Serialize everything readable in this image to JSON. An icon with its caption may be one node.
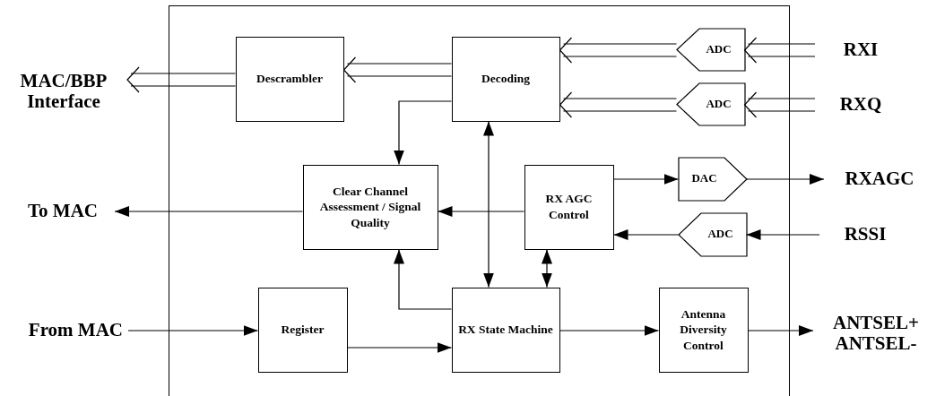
{
  "diagram": {
    "nodes": [
      {
        "text": [],
        "shape": "box"
      },
      {
        "text": [
          "MAC/BBP Interface"
        ]
      },
      {
        "text": [
          "Descrambler"
        ],
        "in": 0
      },
      {
        "text": [
          "Decoding"
        ],
        "in": 0
      },
      {
        "text": [
          "ADC"
        ],
        "in": 0
      },
      {
        "text": [
          "RXI"
        ]
      },
      {
        "text": [
          "ADC"
        ],
        "in": 0
      },
      {
        "text": [
          "RXQ"
        ]
      },
      {
        "text": [
          "To MAC"
        ]
      },
      {
        "text": [
          "Clear Channel Assessment / Signal Quality"
        ],
        "in": 0
      },
      {
        "text": [
          "RX AGC Control"
        ],
        "in": 0
      },
      {
        "text": [
          "DAC"
        ],
        "in": 0
      },
      {
        "text": [
          "RXAGC"
        ]
      },
      {
        "text": [
          "ADC"
        ],
        "in": 0
      },
      {
        "text": [
          "RSSI"
        ]
      },
      {
        "text": [
          "From MAC"
        ]
      },
      {
        "text": [
          "Register"
        ],
        "in": 0
      },
      {
        "text": [
          "RX State Machine"
        ],
        "in": 0
      },
      {
        "text": [
          "Antenna Diversity Control"
        ],
        "in": 0
      },
      {
        "text": [
          "ANTSEL+ ANTSEL-"
        ]
      }
    ],
    "edges": [
      {
        "from": 5,
        "to": 4,
        "arrow": "to"
      },
      {
        "from": 4,
        "to": 3,
        "arrow": "to"
      },
      {
        "from": 7,
        "to": 6,
        "arrow": "to"
      },
      {
        "from": 6,
        "to": 3,
        "arrow": "to"
      },
      {
        "from": 3,
        "to": 2,
        "arrow": "to"
      },
      {
        "from": 2,
        "to": 1,
        "arrow": "to"
      },
      {
        "from": 3,
        "to": 9,
        "arrow": "to"
      },
      {
        "from": 3,
        "to": 17,
        "arrow": "both"
      },
      {
        "from": 10,
        "to": 9,
        "arrow": "to"
      },
      {
        "from": 9,
        "to": 8,
        "arrow": "to"
      },
      {
        "from": 10,
        "to": 11,
        "arrow": "to"
      },
      {
        "from": 11,
        "to": 12,
        "arrow": "to"
      },
      {
        "from": 14,
        "to": 13,
        "arrow": "to"
      },
      {
        "from": 13,
        "to": 10,
        "arrow": "to"
      },
      {
        "from": 10,
        "to": 17,
        "arrow": "both"
      },
      {
        "from": 17,
        "to": 9,
        "arrow": "to"
      },
      {
        "from": 15,
        "to": 16,
        "arrow": "to"
      },
      {
        "from": 16,
        "to": 17,
        "arrow": "to"
      },
      {
        "from": 17,
        "to": 18,
        "arrow": "to"
      },
      {
        "from": 18,
        "to": 19,
        "arrow": "to"
      }
    ]
  }
}
